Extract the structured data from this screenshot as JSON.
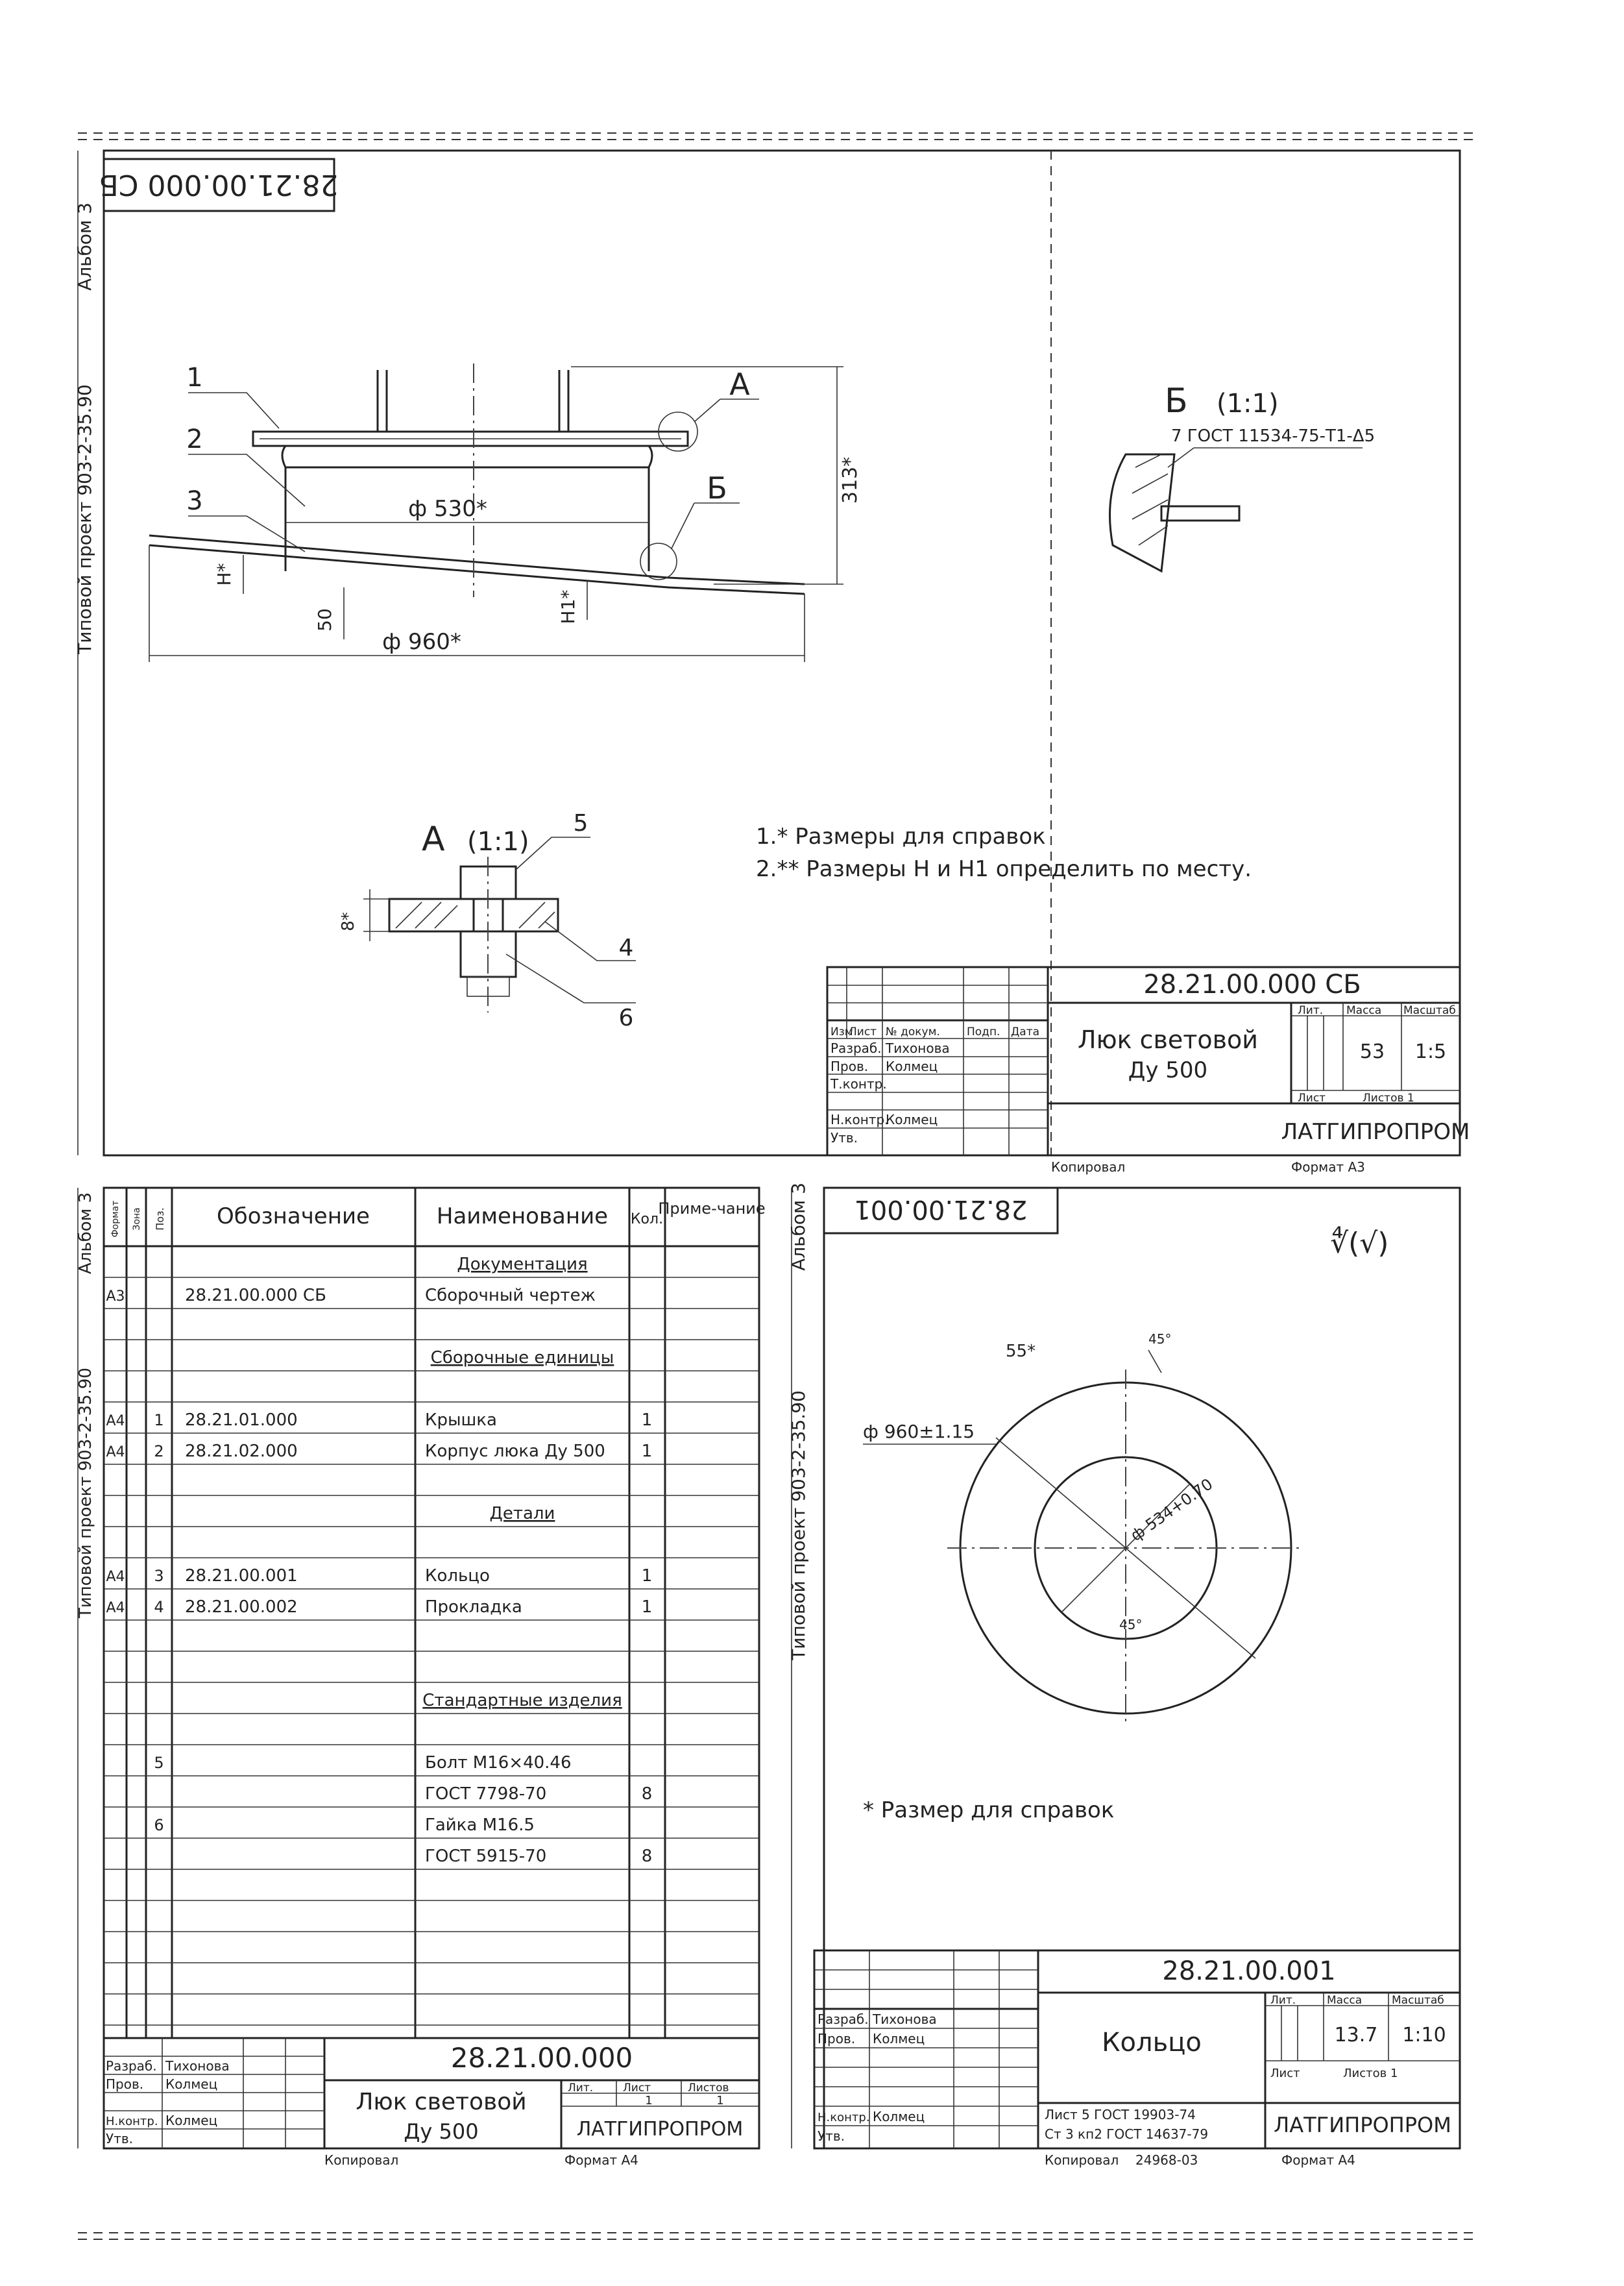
{
  "assembly": {
    "code_rotated": "28.21.00.000 СБ",
    "side_label_top": "Альбом 3",
    "side_label_bottom": "Типовой проект 903-2-35.90",
    "callouts": [
      "1",
      "2",
      "3",
      "4",
      "5",
      "6"
    ],
    "view_a_ref": "А",
    "view_b_ref": "Б",
    "dim_d530": "ф 530*",
    "dim_d960": "ф 960*",
    "dim_h313": "313*",
    "dim_h": "H*",
    "dim_h1": "H1*",
    "dim_50": "50",
    "detail_b_title": "Б",
    "detail_b_scale": "(1:1)",
    "weld_symbol": "7 ГОСТ 11534-75-Т1-Δ5",
    "detail_a_title": "А",
    "detail_a_scale": "(1:1)",
    "detail_a_dim": "8*",
    "note1": "1.* Размеры для справок",
    "note2": "2.** Размеры Н и Н1 определить по месту."
  },
  "title_block_assembly": {
    "code": "28.21.00.000 СБ",
    "name_line1": "Люк световой",
    "name_line2": "Ду 500",
    "hdr_izm": "Изм",
    "hdr_list": "Лист",
    "hdr_doc": "№ докум.",
    "hdr_sign": "Подп.",
    "hdr_date": "Дата",
    "r_razrab": "Разраб.",
    "n_razrab": "Тихонова",
    "r_prov": "Пров.",
    "n_prov": "Колмец",
    "r_tkontr": "Т.контр.",
    "r_nkontr": "Н.контр.",
    "n_nkontr": "Колмец",
    "r_utv": "Утв.",
    "lit_label": "Лит.",
    "mass_label": "Масса",
    "scale_label": "Масштаб",
    "mass": "53",
    "scale": "1:5",
    "sheet_label": "Лист",
    "sheets_label": "Листов 1",
    "org": "ЛАТГИПРОПРОМ",
    "copied": "Копировал",
    "format": "Формат А3"
  },
  "spec": {
    "col_format": "Формат",
    "col_zone": "Зона",
    "col_pos": "Поз.",
    "col_designation": "Обозначение",
    "col_name": "Наименование",
    "col_qty": "Кол.",
    "col_note": "Приме-чание",
    "rows": [
      {
        "fmt": "",
        "pos": "",
        "des": "",
        "name": "Документация",
        "qty": "",
        "section": true
      },
      {
        "fmt": "А3",
        "pos": "",
        "des": "28.21.00.000 СБ",
        "name": "Сборочный чертеж",
        "qty": "",
        "section": false
      },
      {
        "fmt": "",
        "pos": "",
        "des": "",
        "name": "",
        "qty": "",
        "section": false
      },
      {
        "fmt": "",
        "pos": "",
        "des": "",
        "name": "Сборочные единицы",
        "qty": "",
        "section": true
      },
      {
        "fmt": "",
        "pos": "",
        "des": "",
        "name": "",
        "qty": "",
        "section": false
      },
      {
        "fmt": "А4",
        "pos": "1",
        "des": "28.21.01.000",
        "name": "Крышка",
        "qty": "1",
        "section": false
      },
      {
        "fmt": "А4",
        "pos": "2",
        "des": "28.21.02.000",
        "name": "Корпус люка Ду 500",
        "qty": "1",
        "section": false
      },
      {
        "fmt": "",
        "pos": "",
        "des": "",
        "name": "",
        "qty": "",
        "section": false
      },
      {
        "fmt": "",
        "pos": "",
        "des": "",
        "name": "Детали",
        "qty": "",
        "section": true
      },
      {
        "fmt": "",
        "pos": "",
        "des": "",
        "name": "",
        "qty": "",
        "section": false
      },
      {
        "fmt": "А4",
        "pos": "3",
        "des": "28.21.00.001",
        "name": "Кольцо",
        "qty": "1",
        "section": false
      },
      {
        "fmt": "А4",
        "pos": "4",
        "des": "28.21.00.002",
        "name": "Прокладка",
        "qty": "1",
        "section": false
      },
      {
        "fmt": "",
        "pos": "",
        "des": "",
        "name": "",
        "qty": "",
        "section": false
      },
      {
        "fmt": "",
        "pos": "",
        "des": "",
        "name": "",
        "qty": "",
        "section": false
      },
      {
        "fmt": "",
        "pos": "",
        "des": "",
        "name": "Стандартные изделия",
        "qty": "",
        "section": true
      },
      {
        "fmt": "",
        "pos": "",
        "des": "",
        "name": "",
        "qty": "",
        "section": false
      },
      {
        "fmt": "",
        "pos": "5",
        "des": "",
        "name": "Болт М16×40.46",
        "qty": "",
        "section": false
      },
      {
        "fmt": "",
        "pos": "",
        "des": "",
        "name": "ГОСТ 7798-70",
        "qty": "8",
        "section": false
      },
      {
        "fmt": "",
        "pos": "6",
        "des": "",
        "name": "Гайка М16.5",
        "qty": "",
        "section": false
      },
      {
        "fmt": "",
        "pos": "",
        "des": "",
        "name": "ГОСТ 5915-70",
        "qty": "8",
        "section": false
      },
      {
        "fmt": "",
        "pos": "",
        "des": "",
        "name": "",
        "qty": "",
        "section": false
      },
      {
        "fmt": "",
        "pos": "",
        "des": "",
        "name": "",
        "qty": "",
        "section": false
      },
      {
        "fmt": "",
        "pos": "",
        "des": "",
        "name": "",
        "qty": "",
        "section": false
      },
      {
        "fmt": "",
        "pos": "",
        "des": "",
        "name": "",
        "qty": "",
        "section": false
      },
      {
        "fmt": "",
        "pos": "",
        "des": "",
        "name": "",
        "qty": "",
        "section": false
      }
    ]
  },
  "title_block_spec": {
    "code": "28.21.00.000",
    "name_line1": "Люк световой",
    "name_line2": "Ду 500",
    "r_razrab": "Разраб.",
    "n_razrab": "Тихонова",
    "r_prov": "Пров.",
    "n_prov": "Колмец",
    "r_nkontr": "Н.контр.",
    "n_nkontr": "Колмец",
    "r_utv": "Утв.",
    "lit_label": "Лит.",
    "sheet_label": "Лист",
    "sheets_label": "Листов",
    "sheet": "1",
    "sheets": "1",
    "org": "ЛАТГИПРОПРОМ",
    "copied": "Копировал",
    "format": "Формат А4"
  },
  "ring": {
    "code_rotated": "28.21.00.001",
    "roughness": "∜(√)",
    "dim_width": "55*",
    "dim_outer": "ф 960±1.15",
    "dim_inner": "ф 534+0.70",
    "angle_label": "45°",
    "note": "* Размер для справок",
    "side_album": "Альбом 3",
    "side_project": "Типовой проект 903-2-35.90"
  },
  "title_block_ring": {
    "code": "28.21.00.001",
    "name": "Кольцо",
    "r_razrab": "Разраб.",
    "n_razrab": "Тихонова",
    "r_prov": "Пров.",
    "n_prov": "Колмец",
    "r_nkontr": "Н.контр.",
    "n_nkontr": "Колмец",
    "r_utv": "Утв.",
    "lit_label": "Лит.",
    "mass_label": "Масса",
    "scale_label": "Масштаб",
    "mass": "13.7",
    "scale": "1:10",
    "sheet_label": "Лист",
    "sheets_label": "Листов 1",
    "material_line1": "Лист 5 ГОСТ 19903-74",
    "material_line2": "Ст 3 кп2 ГОСТ 14637-79",
    "org": "ЛАТГИПРОПРОМ",
    "copied": "Копировал",
    "copy_number": "24968-03",
    "format": "Формат А4"
  }
}
